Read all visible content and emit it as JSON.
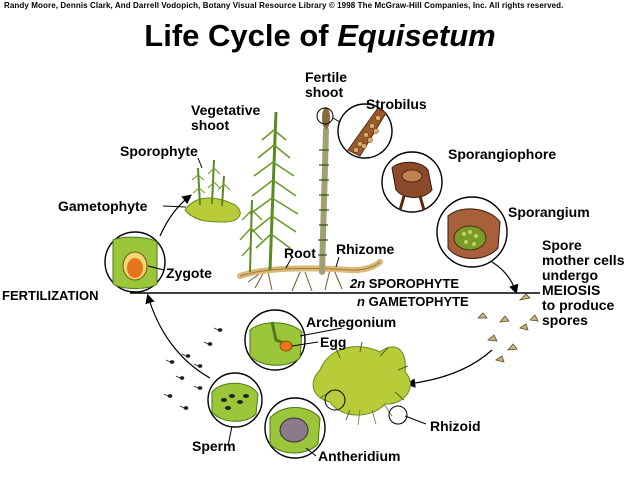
{
  "credit": "Randy Moore, Dennis Clark, And Darrell Vodopich, Botany Visual Resource Library © 1998 The McGraw-Hill Companies, Inc. All rights reserved.",
  "title": {
    "prefix": "Life Cycle of ",
    "genus": "Equisetum"
  },
  "labels": {
    "fertile_shoot": [
      "Fertile",
      "shoot"
    ],
    "vegetative_shoot": [
      "Vegetative",
      "shoot"
    ],
    "strobilus": "Strobilus",
    "sporophyte": "Sporophyte",
    "sporangiophore": "Sporangiophore",
    "gametophyte": "Gametophyte",
    "sporangium": "Sporangium",
    "root": "Root",
    "rhizome": "Rhizome",
    "zygote": "Zygote",
    "spore_mother_cells": [
      "Spore",
      "mother cells",
      "undergo",
      "MEIOSIS",
      "to produce",
      "spores"
    ],
    "fertilization": "FERTILIZATION",
    "archegonium": "Archegonium",
    "egg": "Egg",
    "rhizoid": "Rhizoid",
    "sperm": "Sperm",
    "antheridium": "Antheridium"
  },
  "generations": {
    "sporophyte": {
      "ploidy": "2n",
      "name": " SPOROPHYTE"
    },
    "gametophyte": {
      "ploidy": "n",
      "name": " GAMETOPHYTE"
    }
  },
  "colors": {
    "plant_green": "#6a9a2a",
    "plant_dark": "#3d6b1a",
    "gametophyte_yellow": "#b8cc3a",
    "cell_green": "#9cc63a",
    "rhizome_tan": "#d9b878",
    "sporangium_brown": "#8b4a2a",
    "zygote_orange": "#e8741c"
  }
}
